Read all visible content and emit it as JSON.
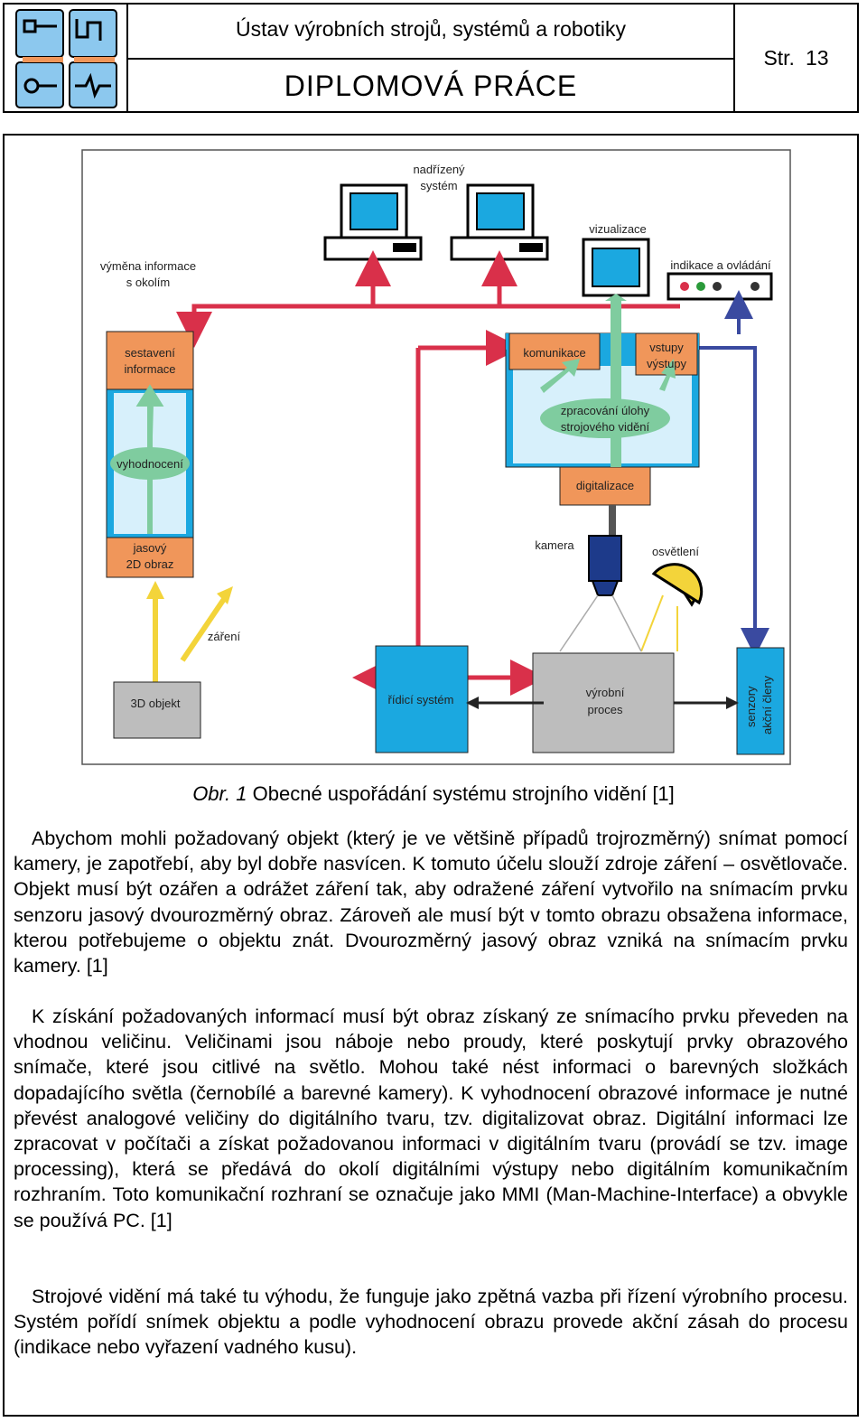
{
  "header": {
    "institute": "Ústav výrobních strojů, systémů a robotiky",
    "doc_type": "DIPLOMOVÁ PRÁCE",
    "page_label": "Str.",
    "page_number": "13"
  },
  "figure": {
    "labels": {
      "nadrizeny_1": "nadřízený",
      "nadrizeny_2": "systém",
      "vizualizace": "vizualizace",
      "indikace": "indikace a ovládání",
      "vymena_1": "výměna informace",
      "vymena_2": "s okolím",
      "sestaveni_1": "sestavení",
      "sestaveni_2": "informace",
      "vyhodnoceni": "vyhodnocení",
      "jasovy_1": "jasový",
      "jasovy_2": "2D obraz",
      "komunikace": "komunikace",
      "vstupy_1": "vstupy",
      "vstupy_2": "výstupy",
      "zpracovani_1": "zpracování úlohy",
      "zpracovani_2": "strojového vidění",
      "digitalizace": "digitalizace",
      "kamera": "kamera",
      "osvetleni": "osvětlení",
      "zareni": "záření",
      "objekt": "3D objekt",
      "ridici": "řídicí systém",
      "vyrobni_1": "výrobní",
      "vyrobni_2": "proces",
      "senzory_1": "senzory",
      "senzory_2": "akční členy"
    },
    "colors": {
      "cyan": "#1ba8e0",
      "orange": "#f0965a",
      "green": "#7fcc9f",
      "red": "#d9304a",
      "navy": "#3a4aa0",
      "yellow": "#f3d43a",
      "gray": "#bdbdbd"
    }
  },
  "caption": {
    "prefix": "Obr. 1",
    "text": " Obecné uspořádání systému strojního vidění [1]"
  },
  "paragraphs": [
    "Abychom mohli požadovaný objekt (který je ve většině případů trojrozměrný) snímat pomocí kamery, je zapotřebí, aby byl dobře nasvícen. K tomuto účelu slouží zdroje záření – osvětlovače. Objekt musí být ozářen a odrážet záření tak, aby odražené záření vytvořilo na snímacím prvku senzoru jasový dvourozměrný obraz. Zároveň ale musí být v tomto obrazu obsažena informace, kterou potřebujeme o objektu znát. Dvourozměrný jasový obraz vzniká na snímacím prvku kamery. [1]",
    "K získání požadovaných informací musí být obraz získaný ze snímacího prvku převeden na vhodnou veličinu. Veličinami jsou náboje nebo proudy, které poskytují prvky obrazového snímače, které jsou citlivé na světlo. Mohou také nést informaci o barevných složkách dopadajícího světla (černobílé a barevné kamery). K vyhodnocení obrazové informace je nutné převést analogové veličiny do digitálního tvaru, tzv. digitalizovat obraz. Digitální informaci lze zpracovat v počítači a získat požadovanou informaci v digitálním tvaru (provádí se tzv. image processing), která se předává do okolí digitálními výstupy nebo digitálním komunikačním rozhraním. Toto komunikační rozhraní se označuje jako MMI (Man-Machine-Interface) a obvykle se používá PC. [1]",
    "Strojové vidění má také tu výhodu, že funguje jako zpětná vazba při řízení výrobního procesu. Systém pořídí snímek objektu a podle vyhodnocení obrazu provede akční zásah do procesu (indikace nebo vyřazení vadného kusu)."
  ]
}
